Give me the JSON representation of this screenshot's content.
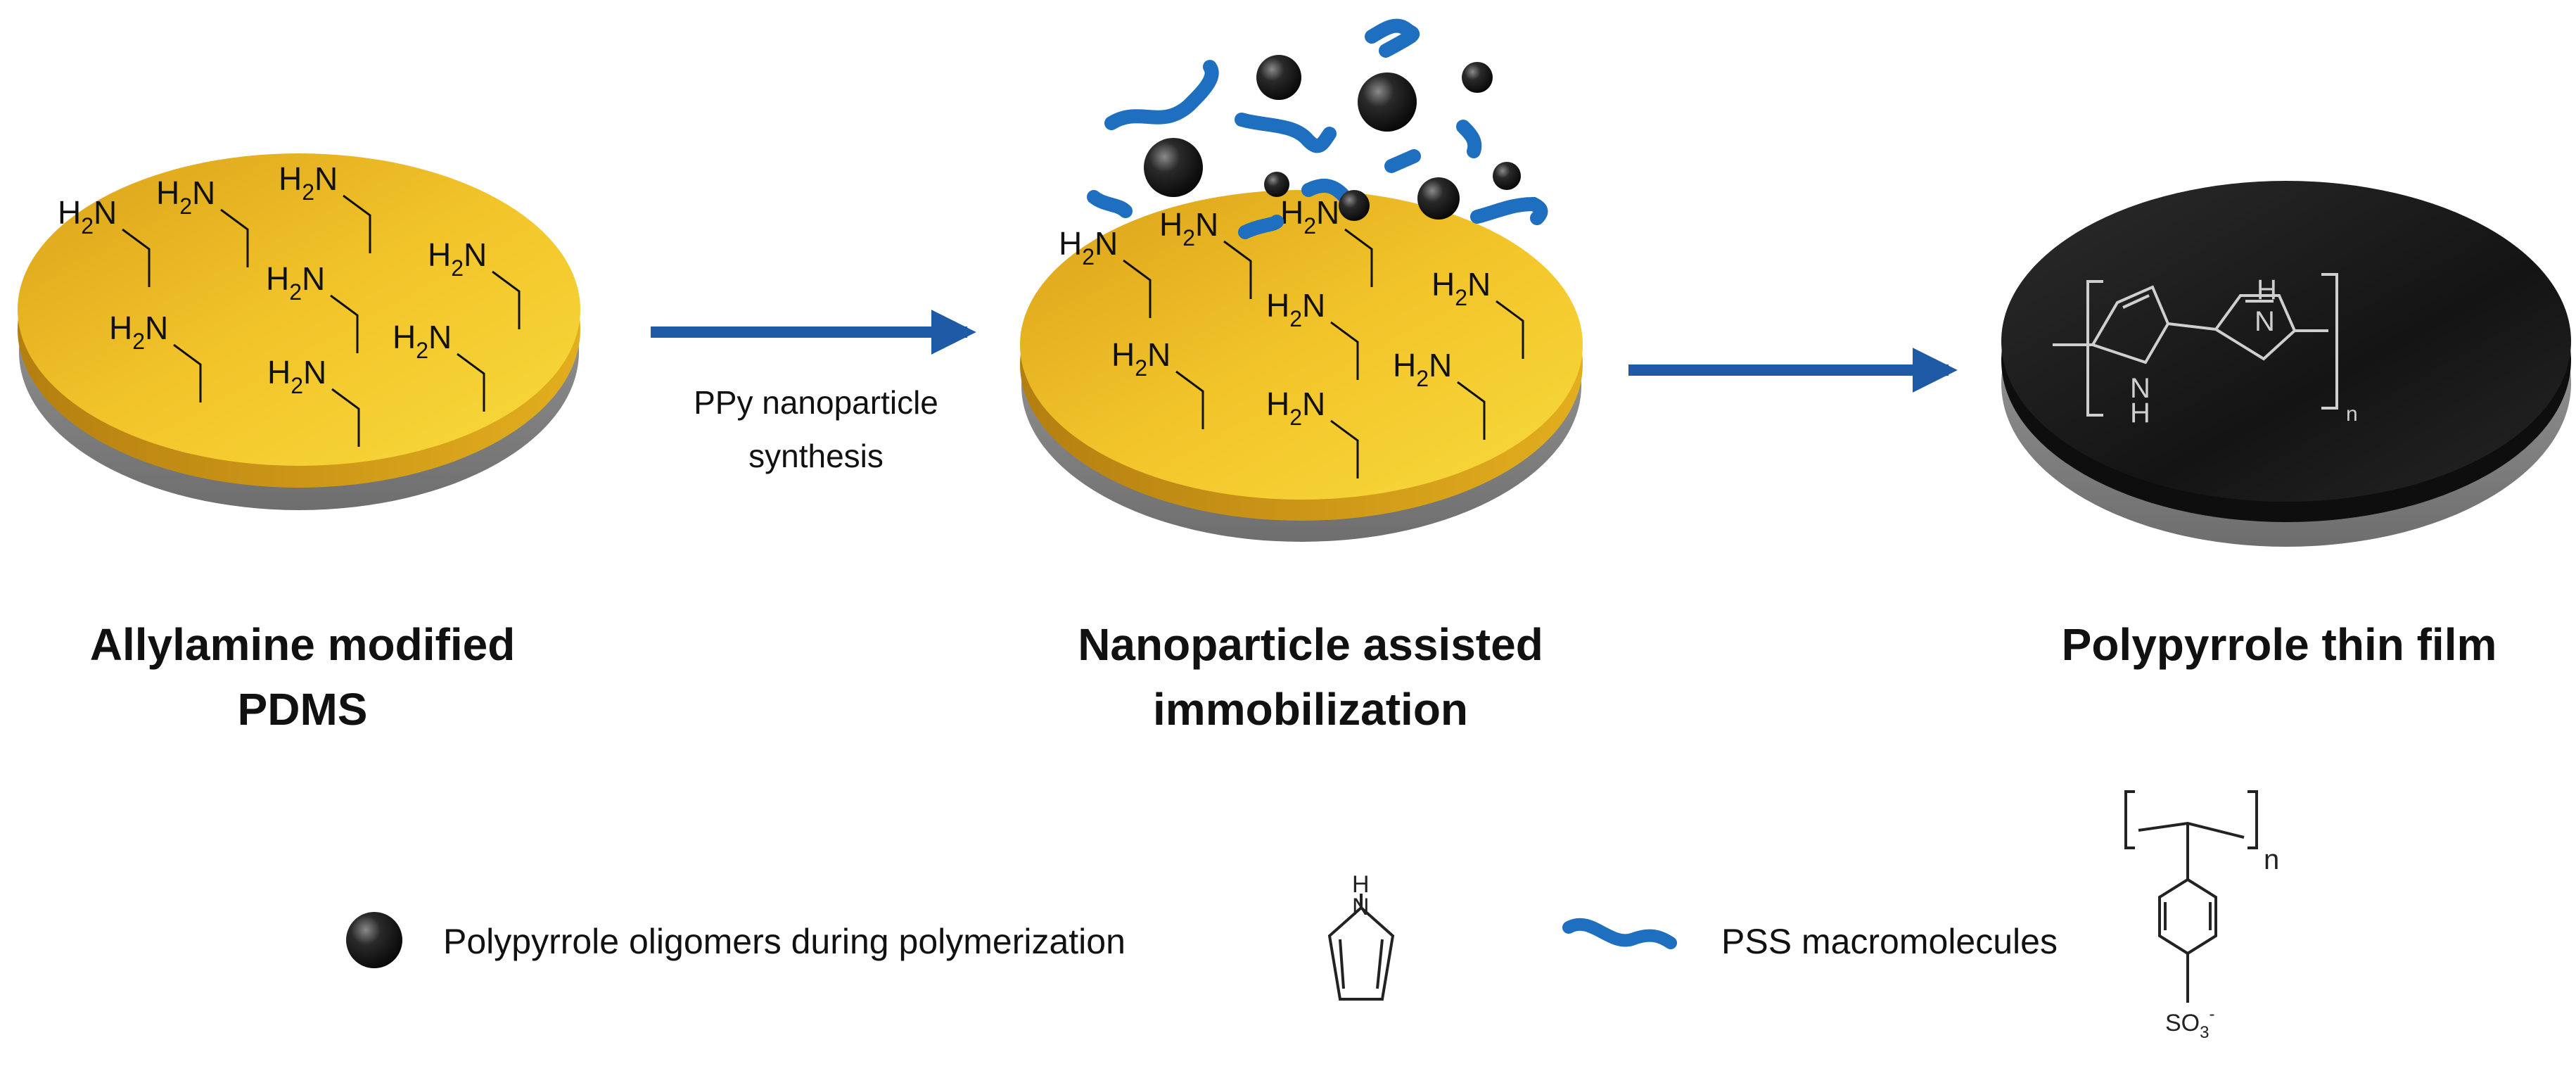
{
  "amine_group": {
    "prefix": "H",
    "subscript": "2",
    "suffix": "N"
  },
  "stages": [
    {
      "label_lines": [
        "Allylamine modified",
        "PDMS"
      ]
    },
    {
      "label_lines": [
        "Nanoparticle assisted",
        "immobilization"
      ]
    },
    {
      "label_lines": [
        "Polypyrrole thin film"
      ]
    }
  ],
  "step_arrows": [
    {
      "label_lines": [
        "PPy nanoparticle",
        "synthesis"
      ]
    },
    {
      "label_lines": []
    }
  ],
  "polymer_structure": {
    "nh_top": "H",
    "n_top": "N",
    "nh_bottom_h": "H",
    "n_bottom": "N",
    "repeat_subscript": "n"
  },
  "legend": [
    {
      "icon": "black-sphere-icon",
      "text": "Polypyrrole oligomers during polymerization",
      "structure": "pyrrole",
      "structure_labels": {
        "nitrogen": "N",
        "hydrogen": "H"
      }
    },
    {
      "icon": "blue-chain-icon",
      "text": "PSS macromolecules",
      "structure": "polystyrene-sulfonate",
      "structure_labels": {
        "repeat_subscript": "n",
        "sulfonate": "SO",
        "sulfonate_sub": "3",
        "sulfonate_charge": "-"
      }
    }
  ],
  "colors": {
    "gold": "#E8B21C",
    "gold_dark": "#C88C0C",
    "substrate": "#8E8E8E",
    "arrow_blue": "#1F5AA6",
    "chain_blue": "#1E6FC0",
    "film_black": "#1A1A1A"
  }
}
